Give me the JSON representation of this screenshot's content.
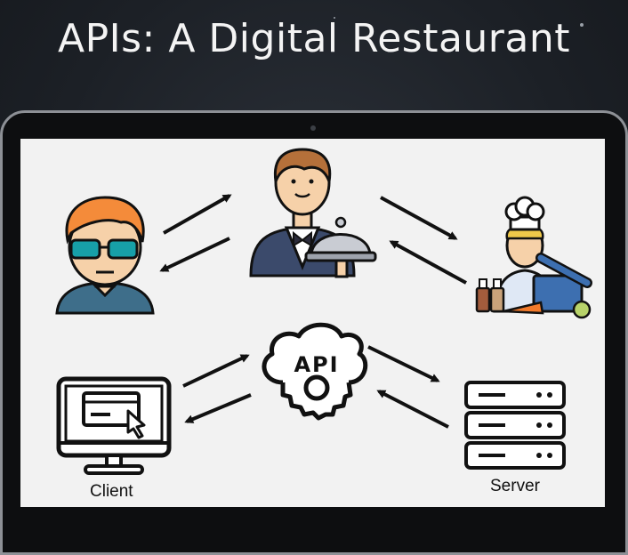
{
  "title": "APIs: A Digital Restaurant",
  "labels": {
    "client": "Client",
    "server": "Server",
    "api": "API"
  },
  "icons": [
    "customer-icon",
    "waiter-icon",
    "chef-icon",
    "computer-icon",
    "api-gear-cloud-icon",
    "server-icon"
  ],
  "colors": {
    "background": "#1c2026",
    "screen": "#f2f2f2",
    "arrow": "#111111",
    "outline": "#111111"
  }
}
